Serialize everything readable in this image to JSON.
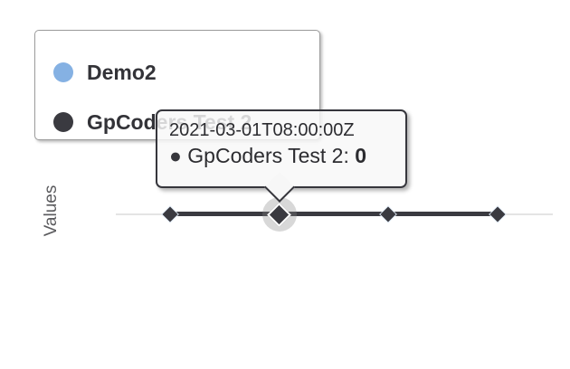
{
  "chart": {
    "y_axis_label": "Values",
    "colors": {
      "series_demo2": "#85b1e3",
      "series_gpcoders": "#3a3a40",
      "gridline": "#e4e4e4",
      "legend_border": "#9c9c9c",
      "tooltip_border": "#36363c"
    }
  },
  "legend": {
    "items": [
      {
        "label": "Demo2",
        "color": "#85b1e3"
      },
      {
        "label": "GpCoders Test 2",
        "color": "#3a3a40"
      }
    ]
  },
  "tooltip": {
    "header": "2021-03-01T08:00:00Z",
    "bullet": "●",
    "series_name": "GpCoders Test 2",
    "separator": ": ",
    "value": "0"
  },
  "chart_data": {
    "type": "line",
    "title": "",
    "xlabel": "",
    "ylabel": "Values",
    "legend_position": "top-left",
    "grid": "single horizontal gridline at y=0",
    "series": [
      {
        "name": "Demo2",
        "color": "#85b1e3",
        "values": [],
        "note": "listed in legend; no points visible in view"
      },
      {
        "name": "GpCoders Test 2",
        "color": "#3a3a40",
        "marker": "diamond",
        "values": [
          0,
          0,
          0,
          0
        ]
      }
    ],
    "hovered_point": {
      "series": "GpCoders Test 2",
      "index": 1,
      "x": "2021-03-01T08:00:00Z",
      "y": 0
    }
  }
}
